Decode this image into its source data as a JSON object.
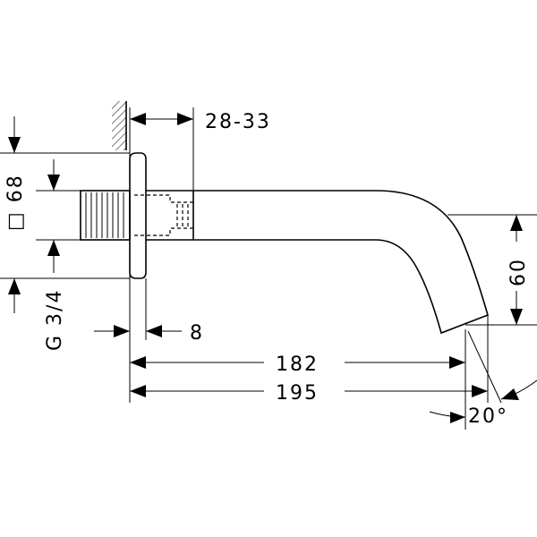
{
  "dimensions": {
    "wall_gap": "28-33",
    "square_plate": "□ 68",
    "thread": "G 3/4",
    "plate_thickness": "8",
    "length_inner": "182",
    "length_total": "195",
    "spout_drop": "60",
    "angle": "20°"
  }
}
